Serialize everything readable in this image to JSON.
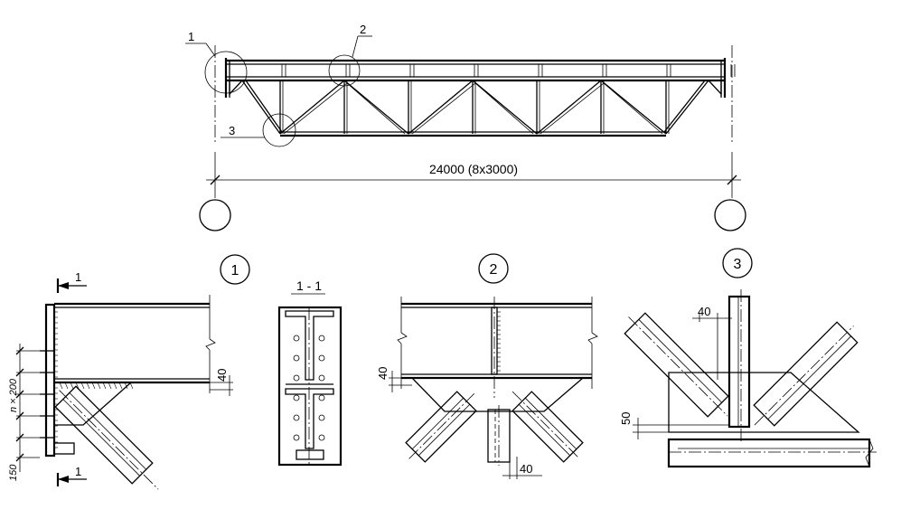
{
  "overall_dimension": "24000 (8x3000)",
  "node_callouts": {
    "one": "1",
    "two": "2",
    "three": "3"
  },
  "section_marks": {
    "top": "1",
    "bottom": "1"
  },
  "detail_titles": {
    "one": "1",
    "section": "1 - 1",
    "two": "2",
    "three": "3"
  },
  "detail1_dims": {
    "n200": "n × 200",
    "d150": "150",
    "d40": "40"
  },
  "detail2_dims": {
    "d40_left": "40",
    "d40_bottom": "40"
  },
  "detail3_dims": {
    "d40": "40",
    "d50": "50"
  }
}
